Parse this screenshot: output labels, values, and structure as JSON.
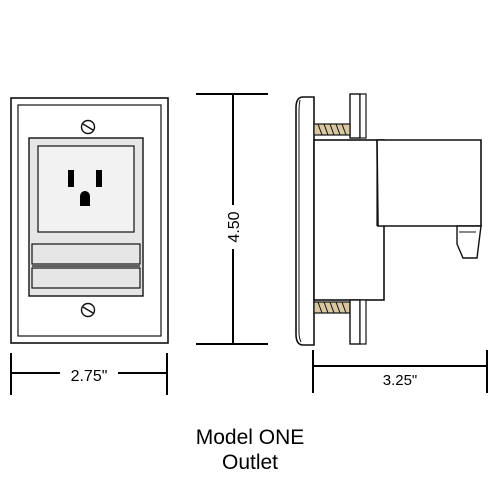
{
  "dimensions": {
    "width": "2.75\"",
    "height": "4.50",
    "depth": "3.25\""
  },
  "caption": {
    "line1": "Model ONE",
    "line2": "Outlet"
  },
  "colors": {
    "stroke": "#111111",
    "plate": "#ffffff",
    "panel": "#e6e6e6",
    "panel_inner": "#f2f2f2",
    "slot": "#000000",
    "thread": "#d8c7a0"
  },
  "icons": {
    "screw": "slotted-screw-icon",
    "receptacle": "nema-5-15-outlet-icon"
  }
}
